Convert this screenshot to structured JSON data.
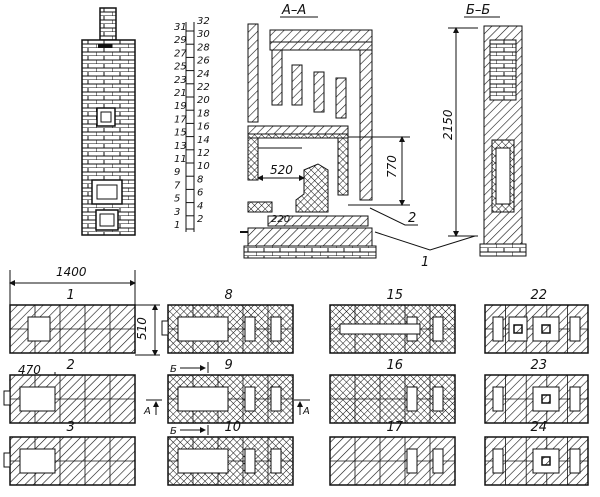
{
  "sections": {
    "aa_title": "А–А",
    "bb_title": "Б–Б"
  },
  "row_numbers": {
    "odd": [
      "31",
      "29",
      "27",
      "25",
      "23",
      "21",
      "19",
      "17",
      "15",
      "13",
      "11",
      "9",
      "7",
      "5",
      "3",
      "1"
    ],
    "even": [
      "32",
      "30",
      "28",
      "26",
      "24",
      "22",
      "20",
      "18",
      "16",
      "14",
      "12",
      "10",
      "8",
      "6",
      "4",
      "2"
    ]
  },
  "dimensions": {
    "firebox_depth": "520",
    "height_770": "770",
    "total_height": "2150",
    "ash_220": "220",
    "length_1400": "1400",
    "width_510": "510",
    "depth_470": "470"
  },
  "callouts": {
    "c1": "1",
    "c2": "2"
  },
  "section_marks": {
    "b": "Б",
    "a": "А"
  },
  "plans": [
    {
      "row": "1"
    },
    {
      "row": "8"
    },
    {
      "row": "15"
    },
    {
      "row": "22"
    },
    {
      "row": "2"
    },
    {
      "row": "9"
    },
    {
      "row": "16"
    },
    {
      "row": "23"
    },
    {
      "row": "3"
    },
    {
      "row": "10"
    },
    {
      "row": "17"
    },
    {
      "row": "24"
    }
  ]
}
